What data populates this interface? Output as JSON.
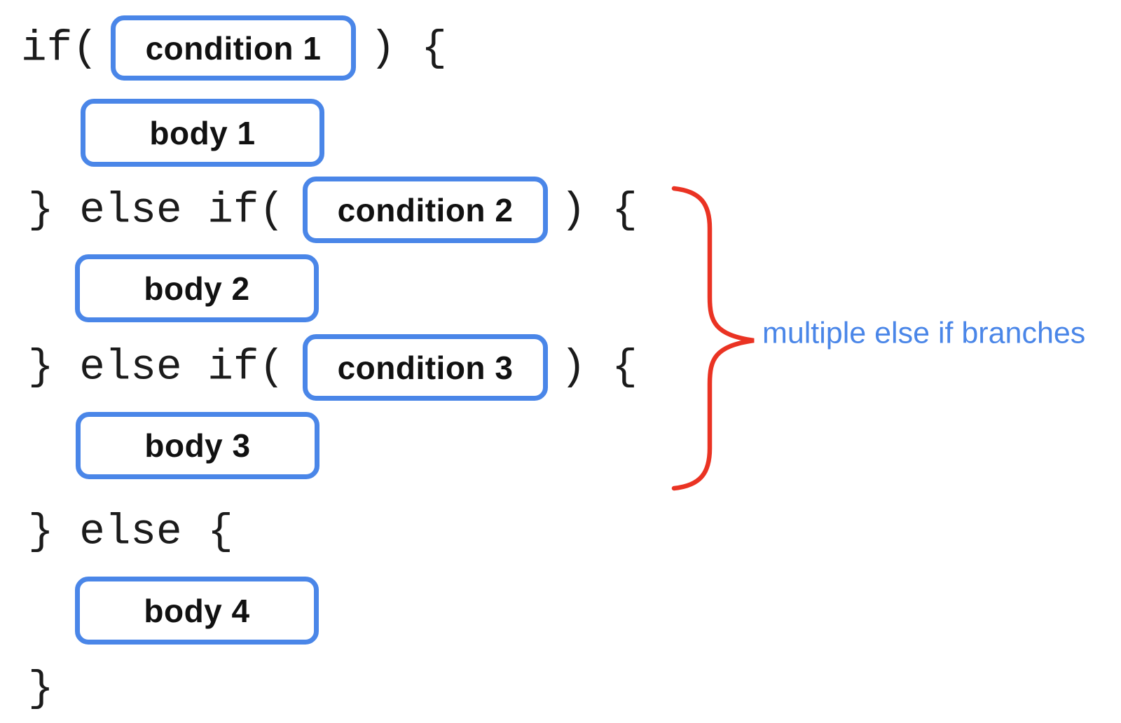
{
  "colors": {
    "background": "#ffffff",
    "box_border_blue": "#4a86e8",
    "annotation_blue": "#4a86e8",
    "brace_red": "#ea3323",
    "code_text": "#1b1b1b",
    "label_text": "#111111"
  },
  "snippet": {
    "line1": {
      "before_box": "if(",
      "box_label": "condition 1",
      "after_box": ") {"
    },
    "line2": {
      "box_label": "body 1"
    },
    "line3": {
      "before_box": "} else if(",
      "box_label": "condition 2",
      "after_box": ") {"
    },
    "line4": {
      "box_label": "body 2"
    },
    "line5": {
      "before_box": "} else if(",
      "box_label": "condition 3",
      "after_box": ") {"
    },
    "line6": {
      "box_label": "body 3"
    },
    "line7": {
      "text": "} else {"
    },
    "line8": {
      "box_label": "body 4"
    },
    "line9": {
      "text": "}"
    }
  },
  "annotation": {
    "text": "multiple else if branches"
  }
}
